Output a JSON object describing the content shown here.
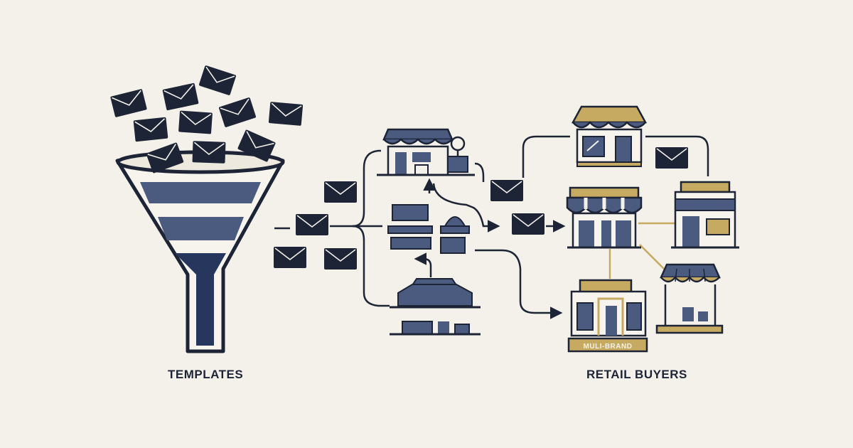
{
  "labels": {
    "templates": "TEMPLATES",
    "retail_buyers": "RETAIL BUYERS",
    "store_sign": "MULI-BRAND"
  },
  "colors": {
    "background": "#f4f1ea",
    "navy": "#1c2436",
    "slate": "#4b5b80",
    "gold": "#c6aa62"
  },
  "icons": {
    "email": "envelope-icon",
    "funnel": "funnel-icon",
    "storefront": "storefront-icon",
    "arrow": "arrow-icon"
  }
}
